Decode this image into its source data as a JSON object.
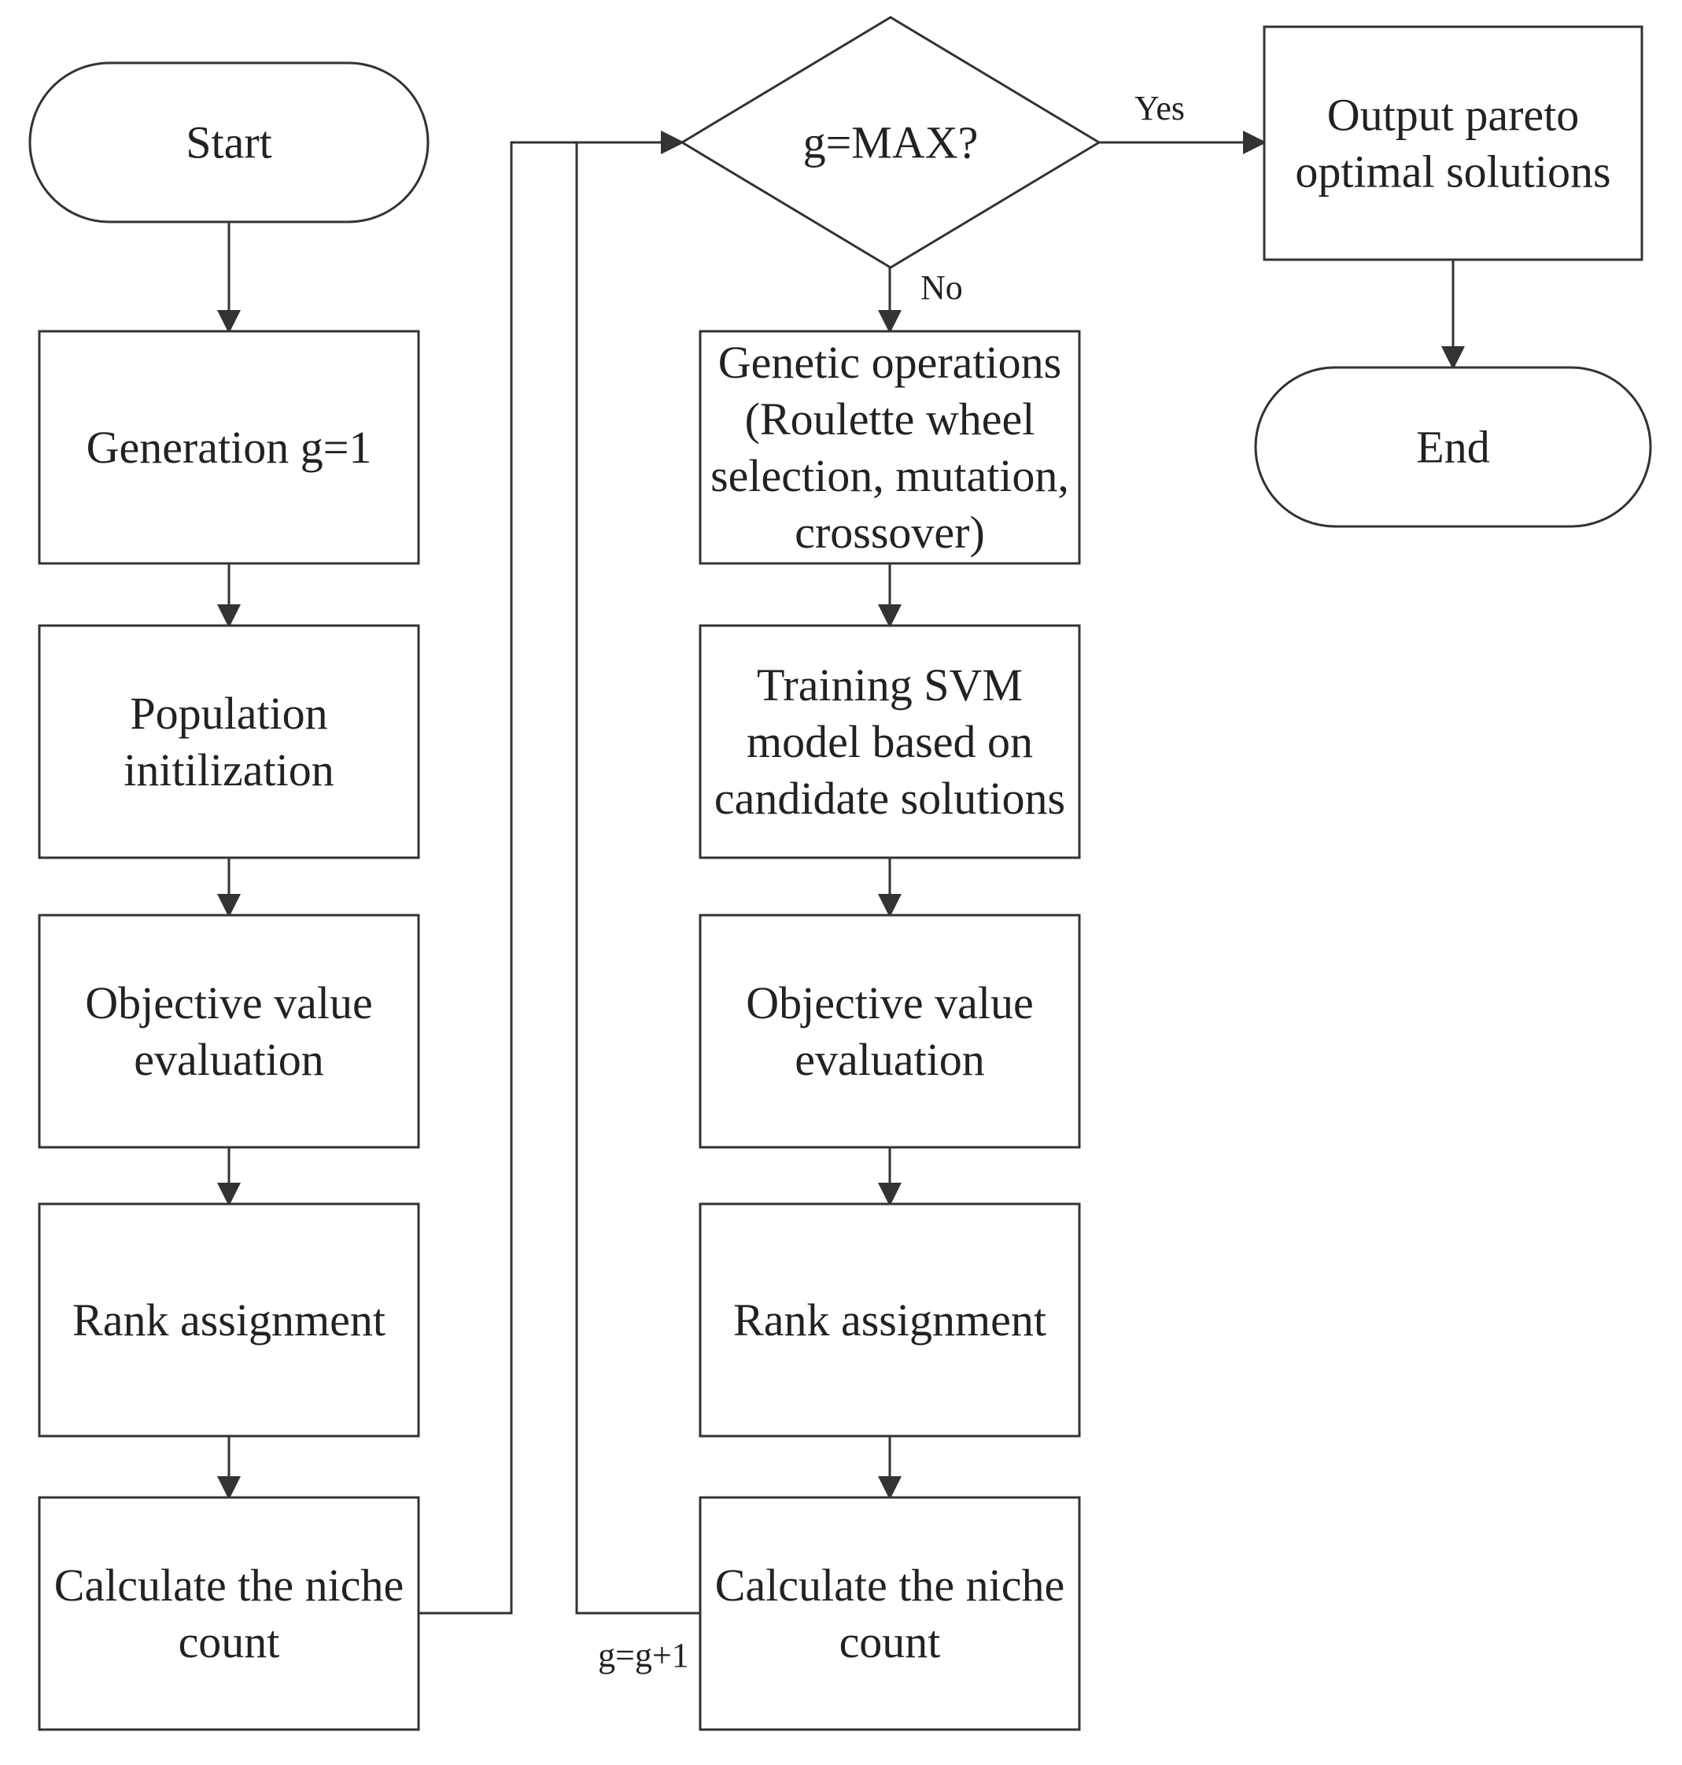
{
  "diagram": {
    "colors": {
      "stroke": "#333333",
      "text": "#222222",
      "background": "#ffffff"
    },
    "nodes": {
      "start": {
        "shape": "terminal",
        "lines": [
          "Start"
        ]
      },
      "generation": {
        "shape": "process",
        "lines": [
          "Generation g=1"
        ]
      },
      "population": {
        "shape": "process",
        "lines": [
          "Population",
          "initilization"
        ]
      },
      "objective_left": {
        "shape": "process",
        "lines": [
          "Objective value",
          "evaluation"
        ]
      },
      "rank_left": {
        "shape": "process",
        "lines": [
          "Rank assignment"
        ]
      },
      "niche_left": {
        "shape": "process",
        "lines": [
          "Calculate the niche",
          "count"
        ]
      },
      "decision": {
        "shape": "decision",
        "lines": [
          "g=MAX?"
        ]
      },
      "genetic": {
        "shape": "process",
        "lines": [
          "Genetic operations",
          "(Roulette wheel",
          "selection, mutation,",
          "crossover)"
        ]
      },
      "training": {
        "shape": "process",
        "lines": [
          "Training SVM",
          "model based on",
          "candidate solutions"
        ]
      },
      "objective_mid": {
        "shape": "process",
        "lines": [
          "Objective value",
          "evaluation"
        ]
      },
      "rank_mid": {
        "shape": "process",
        "lines": [
          "Rank assignment"
        ]
      },
      "niche_mid": {
        "shape": "process",
        "lines": [
          "Calculate the niche",
          "count"
        ]
      },
      "output": {
        "shape": "process",
        "lines": [
          "Output pareto",
          "optimal solutions"
        ]
      },
      "end": {
        "shape": "terminal",
        "lines": [
          "End"
        ]
      }
    },
    "edges": [
      {
        "id": "e1",
        "from": "start",
        "to": "generation",
        "label": ""
      },
      {
        "id": "e2",
        "from": "generation",
        "to": "population",
        "label": ""
      },
      {
        "id": "e3",
        "from": "population",
        "to": "objective_left",
        "label": ""
      },
      {
        "id": "e4",
        "from": "objective_left",
        "to": "rank_left",
        "label": ""
      },
      {
        "id": "e5",
        "from": "rank_left",
        "to": "niche_left",
        "label": ""
      },
      {
        "id": "e6",
        "from": "niche_left",
        "to": "decision",
        "label": ""
      },
      {
        "id": "e7",
        "from": "decision",
        "to": "output",
        "label": "Yes"
      },
      {
        "id": "e8",
        "from": "decision",
        "to": "genetic",
        "label": "No"
      },
      {
        "id": "e9",
        "from": "genetic",
        "to": "training",
        "label": ""
      },
      {
        "id": "e10",
        "from": "training",
        "to": "objective_mid",
        "label": ""
      },
      {
        "id": "e11",
        "from": "objective_mid",
        "to": "rank_mid",
        "label": ""
      },
      {
        "id": "e12",
        "from": "rank_mid",
        "to": "niche_mid",
        "label": ""
      },
      {
        "id": "e13",
        "from": "niche_mid",
        "to": "decision",
        "label": "g=g+1"
      },
      {
        "id": "e14",
        "from": "output",
        "to": "end",
        "label": ""
      }
    ]
  }
}
